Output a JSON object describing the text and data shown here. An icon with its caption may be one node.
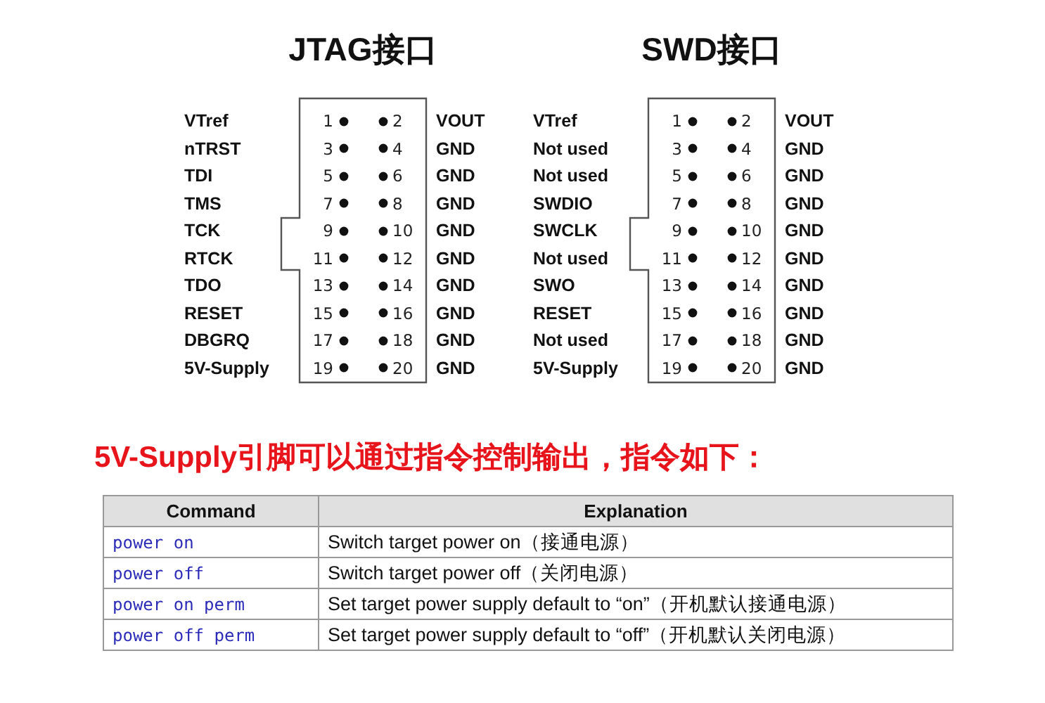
{
  "diagram": {
    "nodes": [
      {
        "text": [
          "JTAG接口"
        ]
      },
      {
        "text": [
          "SWD接口"
        ]
      }
    ],
    "labels": [
      "VTref",
      "1",
      "2",
      "VOUT",
      "nTRST",
      "3",
      "4",
      "GND",
      "TDI",
      "5",
      "6",
      "GND",
      "TMS",
      "7",
      "8",
      "GND",
      "TCK",
      "9",
      "10",
      "GND",
      "RTCK",
      "11",
      "12",
      "GND",
      "TDO",
      "13",
      "14",
      "GND",
      "RESET",
      "15",
      "16",
      "GND",
      "DBGRQ",
      "17",
      "18",
      "GND",
      "5V-Supply",
      "19",
      "20",
      "GND",
      "VTref",
      "1",
      "2",
      "VOUT",
      "Not used",
      "3",
      "4",
      "GND",
      "Not used",
      "5",
      "6",
      "GND",
      "SWDIO",
      "7",
      "8",
      "GND",
      "SWCLK",
      "9",
      "10",
      "GND",
      "Not used",
      "11",
      "12",
      "GND",
      "SWO",
      "13",
      "14",
      "GND",
      "RESET",
      "15",
      "16",
      "GND",
      "Not used",
      "17",
      "18",
      "GND",
      "5V-Supply",
      "19",
      "20",
      "GND",
      "5V-Supply引脚可以通过指令控制输出，指令如下：",
      "Command",
      "Explanation",
      "power on",
      "Switch target power on（接通电源）",
      "power off",
      "Switch target power off（关闭电源）",
      "power on perm",
      "Set target power supply default to “on”（开机默认接通电源）",
      "power off perm",
      "Set target power supply default to “off”（开机默认关闭电源）"
    ]
  }
}
